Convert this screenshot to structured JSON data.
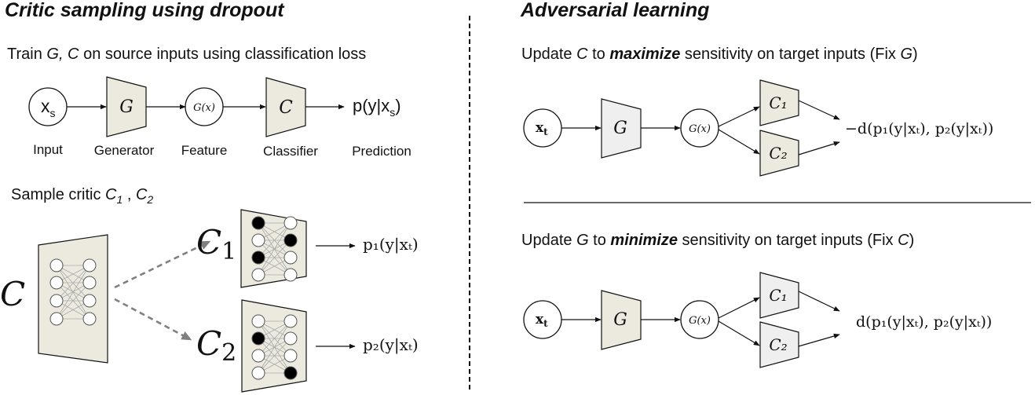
{
  "left": {
    "title": "Critic sampling using dropout",
    "instruction": {
      "pre": "Train ",
      "vars": "G, C",
      "post": " on source inputs using classification loss"
    },
    "pipeline": {
      "input_node": "x",
      "input_sub": "s",
      "generator_symbol": "G",
      "feature_node": "G(x)",
      "classifier_symbol": "C",
      "prediction": {
        "pre": "p(y|x",
        "sub": "s",
        "post": ")"
      },
      "captions": [
        "Input",
        "Generator",
        "Feature",
        "Classifier",
        "Prediction"
      ]
    },
    "sample": {
      "label_pre": "Sample critic ",
      "c1": "C",
      "c1_sub": "1",
      "sep": " , ",
      "c2": "C",
      "c2_sub": "2"
    },
    "critic": {
      "base_symbol": "C",
      "c1_symbol": "C",
      "c1_sub": "1",
      "c2_symbol": "C",
      "c2_sub": "2",
      "out1": "p₁(y|xₜ)",
      "out2": "p₂(y|xₜ)"
    }
  },
  "right": {
    "title": "Adversarial learning",
    "top": {
      "instruction": {
        "pre": "Update ",
        "var": "C",
        "mid": " to ",
        "emph": "maximize",
        "post": " sensitivity on target inputs (Fix ",
        "fix": "G",
        "end": ")"
      },
      "input_node": "x",
      "input_sub": "t",
      "generator_symbol": "G",
      "feature_node": "G(x)",
      "c1": "C₁",
      "c2": "C₂",
      "objective": "−d(p₁(y|xₜ), p₂(y|xₜ))"
    },
    "bottom": {
      "instruction": {
        "pre": "Update ",
        "var": "G",
        "mid": " to ",
        "emph": "minimize",
        "post": " sensitivity on target inputs (Fix ",
        "fix": "C",
        "end": ")"
      },
      "input_node": "x",
      "input_sub": "t",
      "generator_symbol": "G",
      "feature_node": "G(x)",
      "c1": "C₁",
      "c2": "C₂",
      "objective": "d(p₁(y|xₜ), p₂(y|xₜ))"
    }
  },
  "colors": {
    "box_fill": "#ece9df",
    "box_fill_light": "#efefef",
    "dropout_node": "#000000",
    "dashed_arrow": "#808080"
  }
}
